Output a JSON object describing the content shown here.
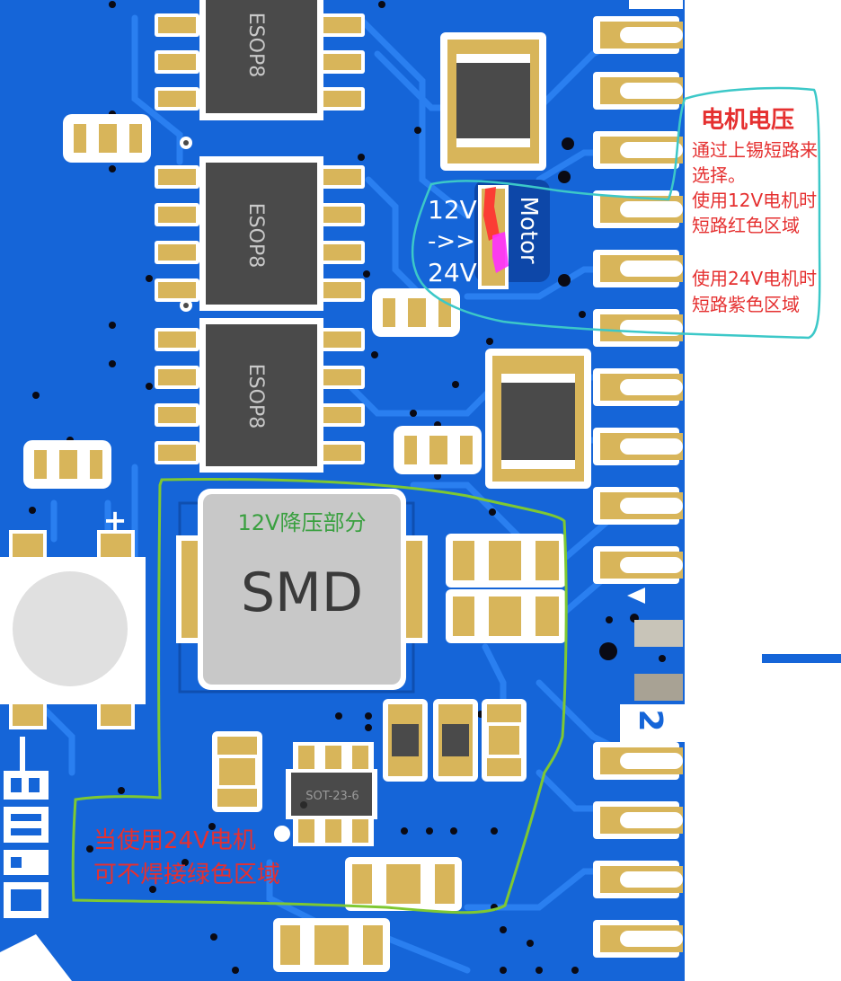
{
  "chips": {
    "u1": "ESOP8",
    "u2": "ESOP8",
    "u3": "ESOP8",
    "inductor": "SMD",
    "regulator": "SOT-23-6"
  },
  "jumper": {
    "v12": "12V",
    "arrow": "->>",
    "v24": "24V",
    "motor": "Motor"
  },
  "annotations": {
    "motor_voltage": {
      "title": "电机电压",
      "lines": [
        "通过上锡短路来",
        "选择。",
        "使用12V电机时",
        "短路红色区域",
        "",
        "使用24V电机时",
        "短路紫色区域"
      ]
    },
    "buck": {
      "title": "12V降压部分",
      "note_lines": [
        "当使用24V电机",
        "可不焊接绿色区域"
      ]
    }
  },
  "silkscreen": {
    "plus": "+",
    "pin_label": "2"
  },
  "colors": {
    "board": "#1565d8",
    "trace": "#1f7af0",
    "pad": "#d8b55a",
    "chip": "#4a4a4a",
    "cyan_outline": "#3cc8c8",
    "green_outline": "#7ec832",
    "red_text": "#e53030",
    "green_text": "#3aa040",
    "red_mark": "#ff3030",
    "magenta_mark": "#ff30ff"
  }
}
